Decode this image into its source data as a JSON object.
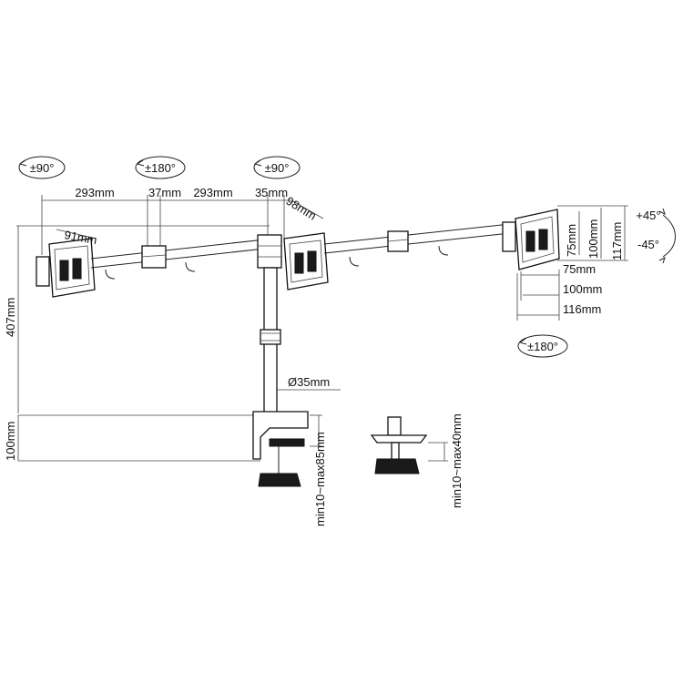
{
  "rotations": {
    "left_swivel": "±90°",
    "left_joint": "±180°",
    "center_swivel": "±90°",
    "right_rotate": "±180°",
    "tilt_up": "+45°",
    "tilt_down": "-45°"
  },
  "dimensions": {
    "arm_left_outer": "293mm",
    "joint_gap": "37mm",
    "arm_left_inner": "293mm",
    "pole_offset": "35mm",
    "center_arm": "98mm",
    "left_bracket": "91mm",
    "pole_height": "407mm",
    "pole_diameter": "Ø35mm",
    "desk_thickness": "100mm",
    "clamp_range": "min10~max85mm",
    "grommet_range": "min10~max40mm",
    "vesa_h_75": "75mm",
    "vesa_h_100": "100mm",
    "plate_h": "117mm",
    "vesa_w_75": "75mm",
    "vesa_w_100": "100mm",
    "plate_w": "116mm"
  }
}
